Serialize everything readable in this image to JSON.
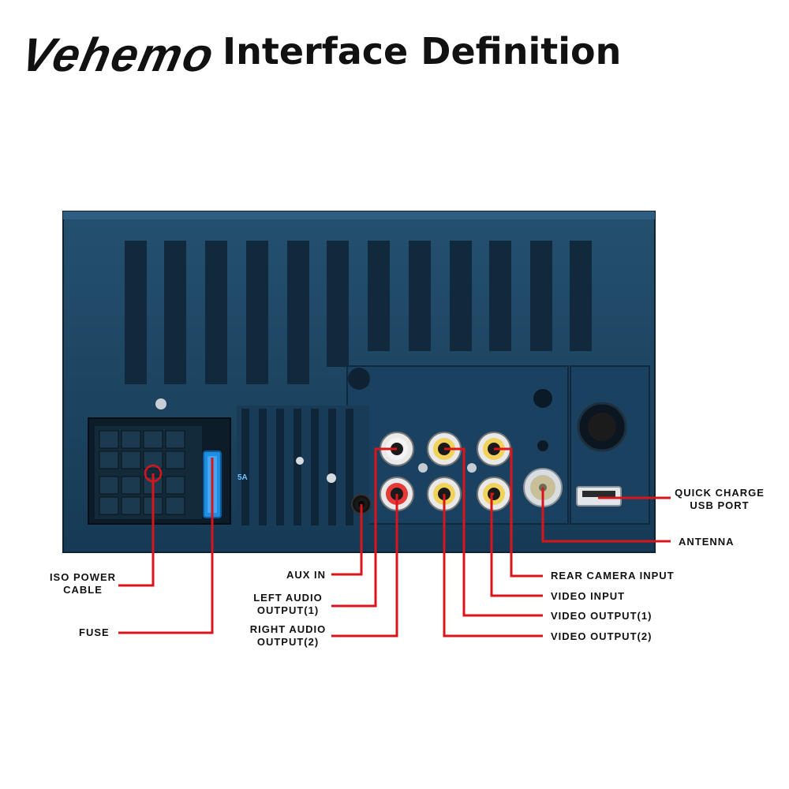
{
  "header": {
    "brand": "Vehemo",
    "title": "Interface Definition"
  },
  "device": {
    "fuse_marking": "5A"
  },
  "labels": {
    "quick_charge_line1": "QUICK CHARGE",
    "quick_charge_line2": "USB PORT",
    "antenna": "ANTENNA",
    "rear_camera_input": "REAR CAMERA INPUT",
    "video_input": "VIDEO INPUT",
    "video_output_1": "VIDEO OUTPUT(1)",
    "video_output_2": "VIDEO OUTPUT(2)",
    "iso_power_line1": "ISO POWER",
    "iso_power_line2": "CABLE",
    "fuse": "FUSE",
    "aux_in": "AUX IN",
    "left_audio_line1": "LEFT AUDIO",
    "left_audio_line2": "OUTPUT(1)",
    "right_audio_line1": "RIGHT AUDIO",
    "right_audio_line2": "OUTPUT(2)"
  },
  "colors": {
    "callout_line": "#d9141b",
    "housing": "#1f4a68",
    "housing_dark": "#0f2537",
    "fuse_blue": "#1e8fe0",
    "rca_yellow": "#f1d25a",
    "rca_red": "#e63a3a",
    "rca_white": "#f3f3f3"
  }
}
